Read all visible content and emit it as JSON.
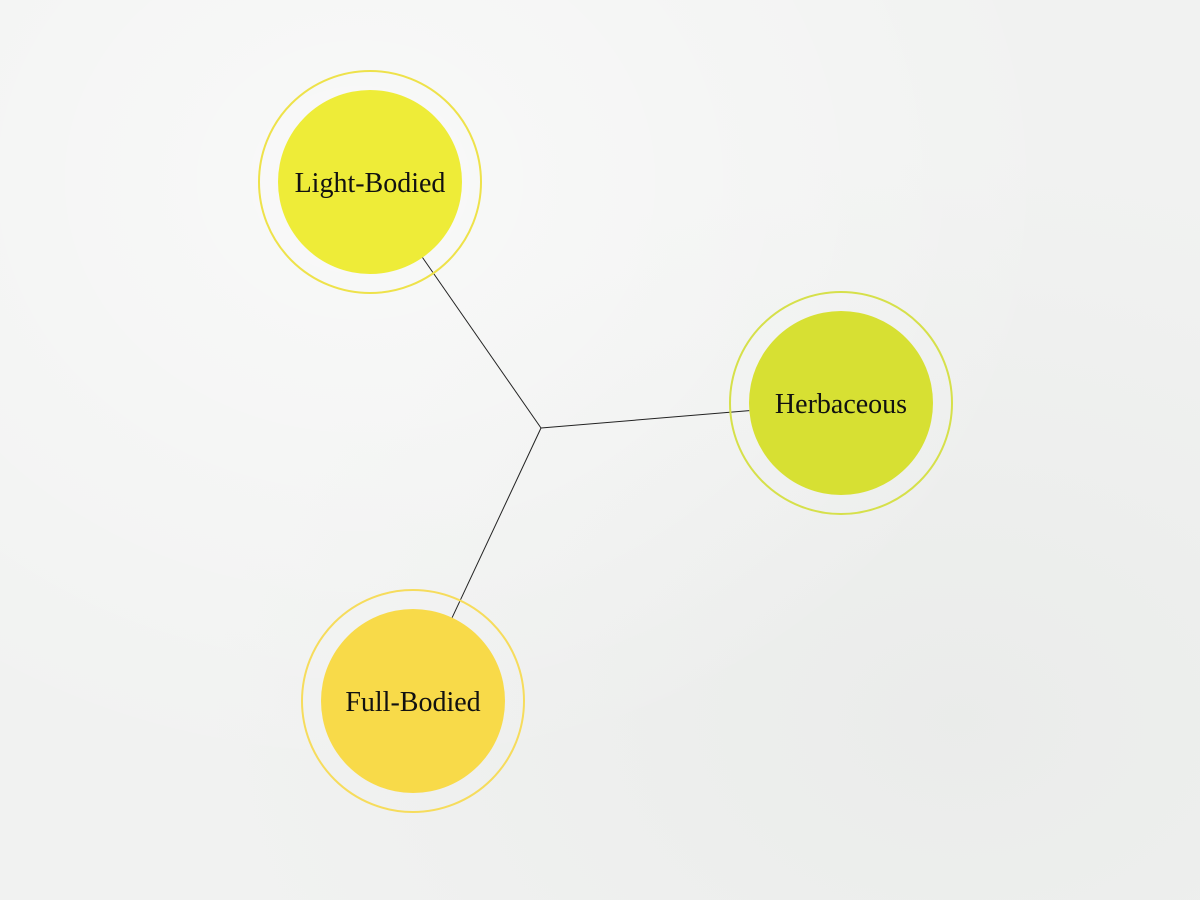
{
  "diagram": {
    "nodes": [
      {
        "id": "light",
        "label": "Light-Bodied",
        "color": "#eeec38",
        "ring_color": "#eee24a"
      },
      {
        "id": "herb",
        "label": "Herbaceous",
        "color": "#d7e033",
        "ring_color": "#d6e04a"
      },
      {
        "id": "full",
        "label": "Full-Bodied",
        "color": "#f8da49",
        "ring_color": "#f6dc5c"
      }
    ],
    "edge_color": "#222222"
  }
}
